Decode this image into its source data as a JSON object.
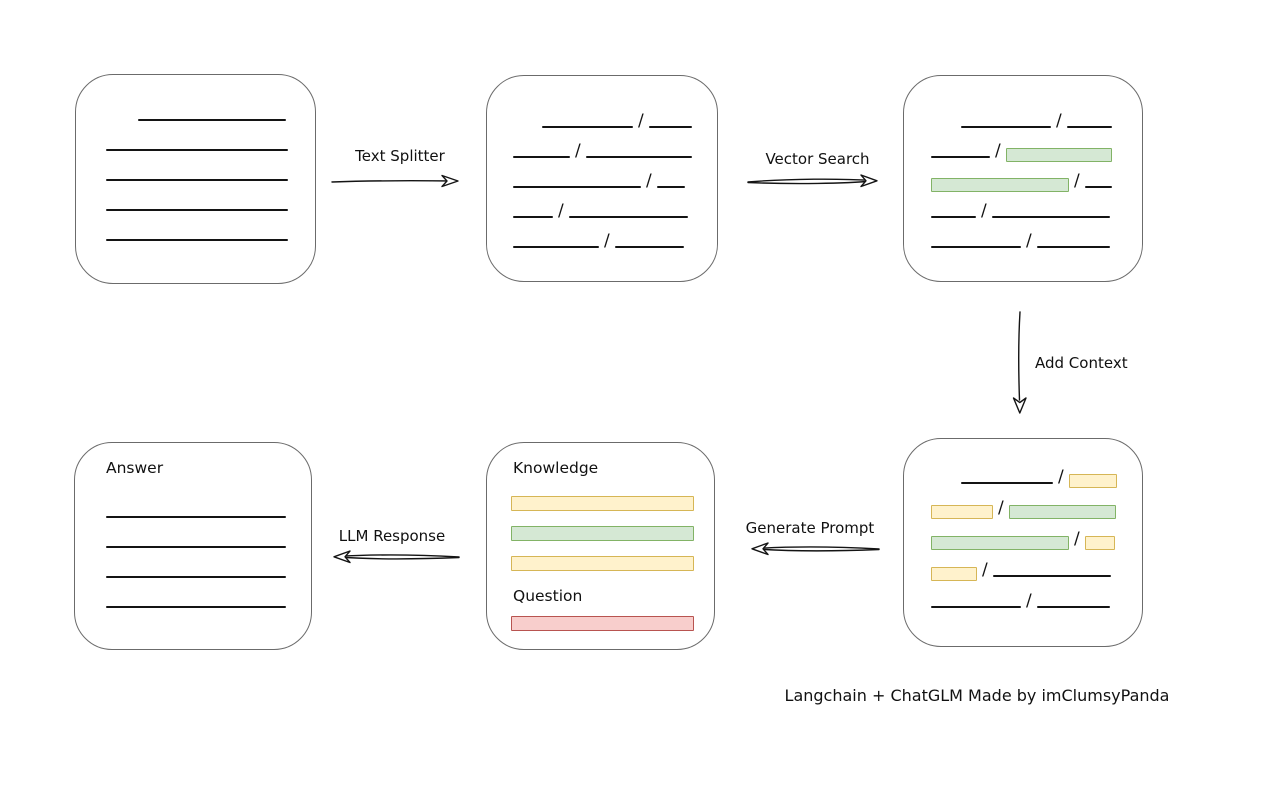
{
  "colors": {
    "box_border": "#6b6b6b",
    "ink": "#141414",
    "green_fill": "#d5e8d4",
    "green_border": "#82b366",
    "yellow_fill": "#fff2cc",
    "yellow_border": "#d6b656",
    "red_fill": "#f8cecc",
    "red_border": "#b85450"
  },
  "slash": "/",
  "arrows": {
    "text_splitter": {
      "label": "Text Splitter"
    },
    "vector_search": {
      "label": "Vector Search"
    },
    "add_context": {
      "label": "Add Context"
    },
    "generate_prompt": {
      "label": "Generate Prompt"
    },
    "llm_response": {
      "label": "LLM Response"
    }
  },
  "boxes": {
    "document": {
      "rows": [
        [
          {
            "t": "line",
            "w": 148,
            "ind": 32
          }
        ],
        [
          {
            "t": "line",
            "w": 182
          }
        ],
        [
          {
            "t": "line",
            "w": 182
          }
        ],
        [
          {
            "t": "line",
            "w": 182
          }
        ],
        [
          {
            "t": "line",
            "w": 182
          }
        ]
      ]
    },
    "chunks": {
      "rows": [
        [
          {
            "t": "line",
            "w": 91,
            "ind": 29
          },
          {
            "t": "slash"
          },
          {
            "t": "line",
            "w": 43
          }
        ],
        [
          {
            "t": "line",
            "w": 57
          },
          {
            "t": "slash"
          },
          {
            "t": "line",
            "w": 106
          }
        ],
        [
          {
            "t": "line",
            "w": 128
          },
          {
            "t": "slash"
          },
          {
            "t": "line",
            "w": 28
          }
        ],
        [
          {
            "t": "line",
            "w": 40
          },
          {
            "t": "slash"
          },
          {
            "t": "line",
            "w": 119
          }
        ],
        [
          {
            "t": "line",
            "w": 86
          },
          {
            "t": "slash"
          },
          {
            "t": "line",
            "w": 69
          }
        ]
      ]
    },
    "matched_chunks": {
      "rows": [
        [
          {
            "t": "line",
            "w": 90,
            "ind": 30
          },
          {
            "t": "slash"
          },
          {
            "t": "line",
            "w": 45
          }
        ],
        [
          {
            "t": "line",
            "w": 59
          },
          {
            "t": "slash"
          },
          {
            "t": "bar",
            "c": "green",
            "w": 106
          }
        ],
        [
          {
            "t": "bar",
            "c": "green",
            "w": 138
          },
          {
            "t": "slash"
          },
          {
            "t": "line",
            "w": 27
          }
        ],
        [
          {
            "t": "line",
            "w": 45
          },
          {
            "t": "slash"
          },
          {
            "t": "line",
            "w": 118
          }
        ],
        [
          {
            "t": "line",
            "w": 90
          },
          {
            "t": "slash"
          },
          {
            "t": "line",
            "w": 73
          }
        ]
      ]
    },
    "context_chunks": {
      "rows": [
        [
          {
            "t": "line",
            "w": 92,
            "ind": 30
          },
          {
            "t": "slash"
          },
          {
            "t": "bar",
            "c": "yellow",
            "w": 48
          }
        ],
        [
          {
            "t": "bar",
            "c": "yellow",
            "w": 62
          },
          {
            "t": "slash"
          },
          {
            "t": "bar",
            "c": "green",
            "w": 107
          }
        ],
        [
          {
            "t": "bar",
            "c": "green",
            "w": 138
          },
          {
            "t": "slash"
          },
          {
            "t": "bar",
            "c": "yellow",
            "w": 30
          }
        ],
        [
          {
            "t": "bar",
            "c": "yellow",
            "w": 46
          },
          {
            "t": "slash"
          },
          {
            "t": "line",
            "w": 118
          }
        ],
        [
          {
            "t": "line",
            "w": 90
          },
          {
            "t": "slash"
          },
          {
            "t": "line",
            "w": 73
          }
        ]
      ]
    },
    "prompt": {
      "knowledge_label": "Knowledge",
      "knowledge_bars": [
        [
          {
            "t": "bar",
            "c": "yellow",
            "w": 183
          }
        ],
        [
          {
            "t": "bar",
            "c": "green",
            "w": 183
          }
        ],
        [
          {
            "t": "bar",
            "c": "yellow",
            "w": 183
          }
        ]
      ],
      "question_label": "Question",
      "question_bars": [
        [
          {
            "t": "bar",
            "c": "red",
            "w": 183
          }
        ]
      ]
    },
    "answer": {
      "label": "Answer",
      "rows": [
        [
          {
            "t": "line",
            "w": 180
          }
        ],
        [
          {
            "t": "line",
            "w": 180
          }
        ],
        [
          {
            "t": "line",
            "w": 180
          }
        ],
        [
          {
            "t": "line",
            "w": 180
          }
        ]
      ]
    }
  },
  "caption": "Langchain + ChatGLM Made by imClumsyPanda"
}
